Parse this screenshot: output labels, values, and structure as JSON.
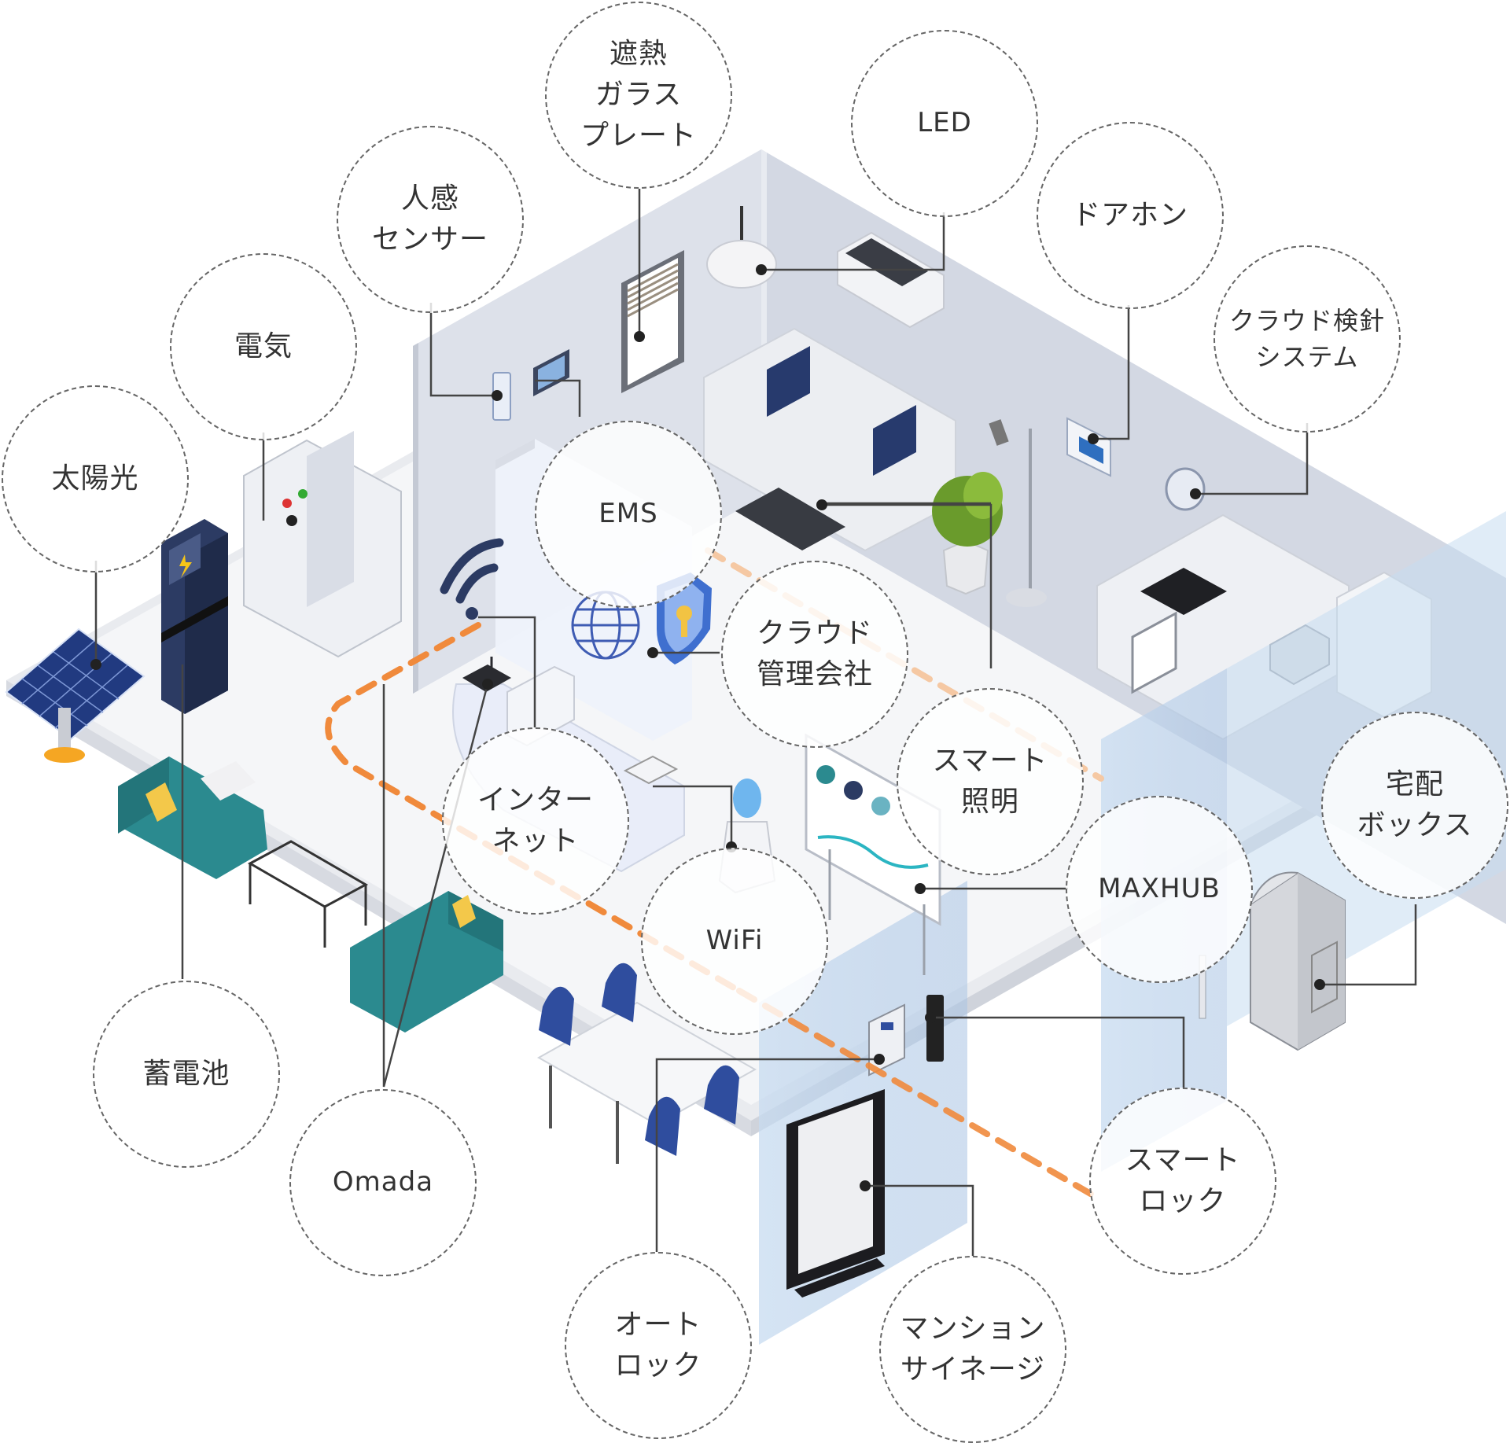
{
  "labels": {
    "taiyoko": [
      "太陽光"
    ],
    "denki": [
      "電気"
    ],
    "jinkan": [
      "人感",
      "センサー"
    ],
    "shanetsu": [
      "遮熱",
      "ガラス",
      "プレート"
    ],
    "led": [
      "LED"
    ],
    "doorphone": [
      "ドアホン"
    ],
    "kenshin": [
      "クラウド検針",
      "システム"
    ],
    "ems": [
      "EMS"
    ],
    "cloud": [
      "クラウド",
      "管理会社"
    ],
    "smartlight": [
      "スマート",
      "照明"
    ],
    "takuhai": [
      "宅配",
      "ボックス"
    ],
    "internet": [
      "インター",
      "ネット"
    ],
    "maxhub": [
      "MAXHUB"
    ],
    "wifi": [
      "WiFi"
    ],
    "chikudenchi": [
      "蓄電池"
    ],
    "omada": [
      "Omada"
    ],
    "smartlock": [
      "スマート",
      "ロック"
    ],
    "autolock": [
      "オート",
      "ロック"
    ],
    "signage": [
      "マンション",
      "サイネージ"
    ]
  },
  "colors": {
    "accent": "#f08a3c",
    "line": "#444444",
    "wall": "#dfe3ec",
    "floor": "#f3f4f7",
    "glass": "#b9cfe8",
    "teal": "#2b8a8f",
    "navy": "#2c3b63",
    "blue_chair": "#2f4d9e"
  },
  "icons": [
    "solar-panel-icon",
    "battery-icon",
    "switchboard-icon",
    "wifi-icon",
    "router-icon",
    "sofa-icon",
    "table-icon",
    "chair-icon",
    "whiteboard-icon",
    "mailbox-icon",
    "signage-icon",
    "intercom-icon",
    "lamp-icon",
    "air-conditioner-icon",
    "plant-icon",
    "stove-icon",
    "shield-icon",
    "globe-icon",
    "water-dispenser-icon",
    "meter-icon"
  ]
}
